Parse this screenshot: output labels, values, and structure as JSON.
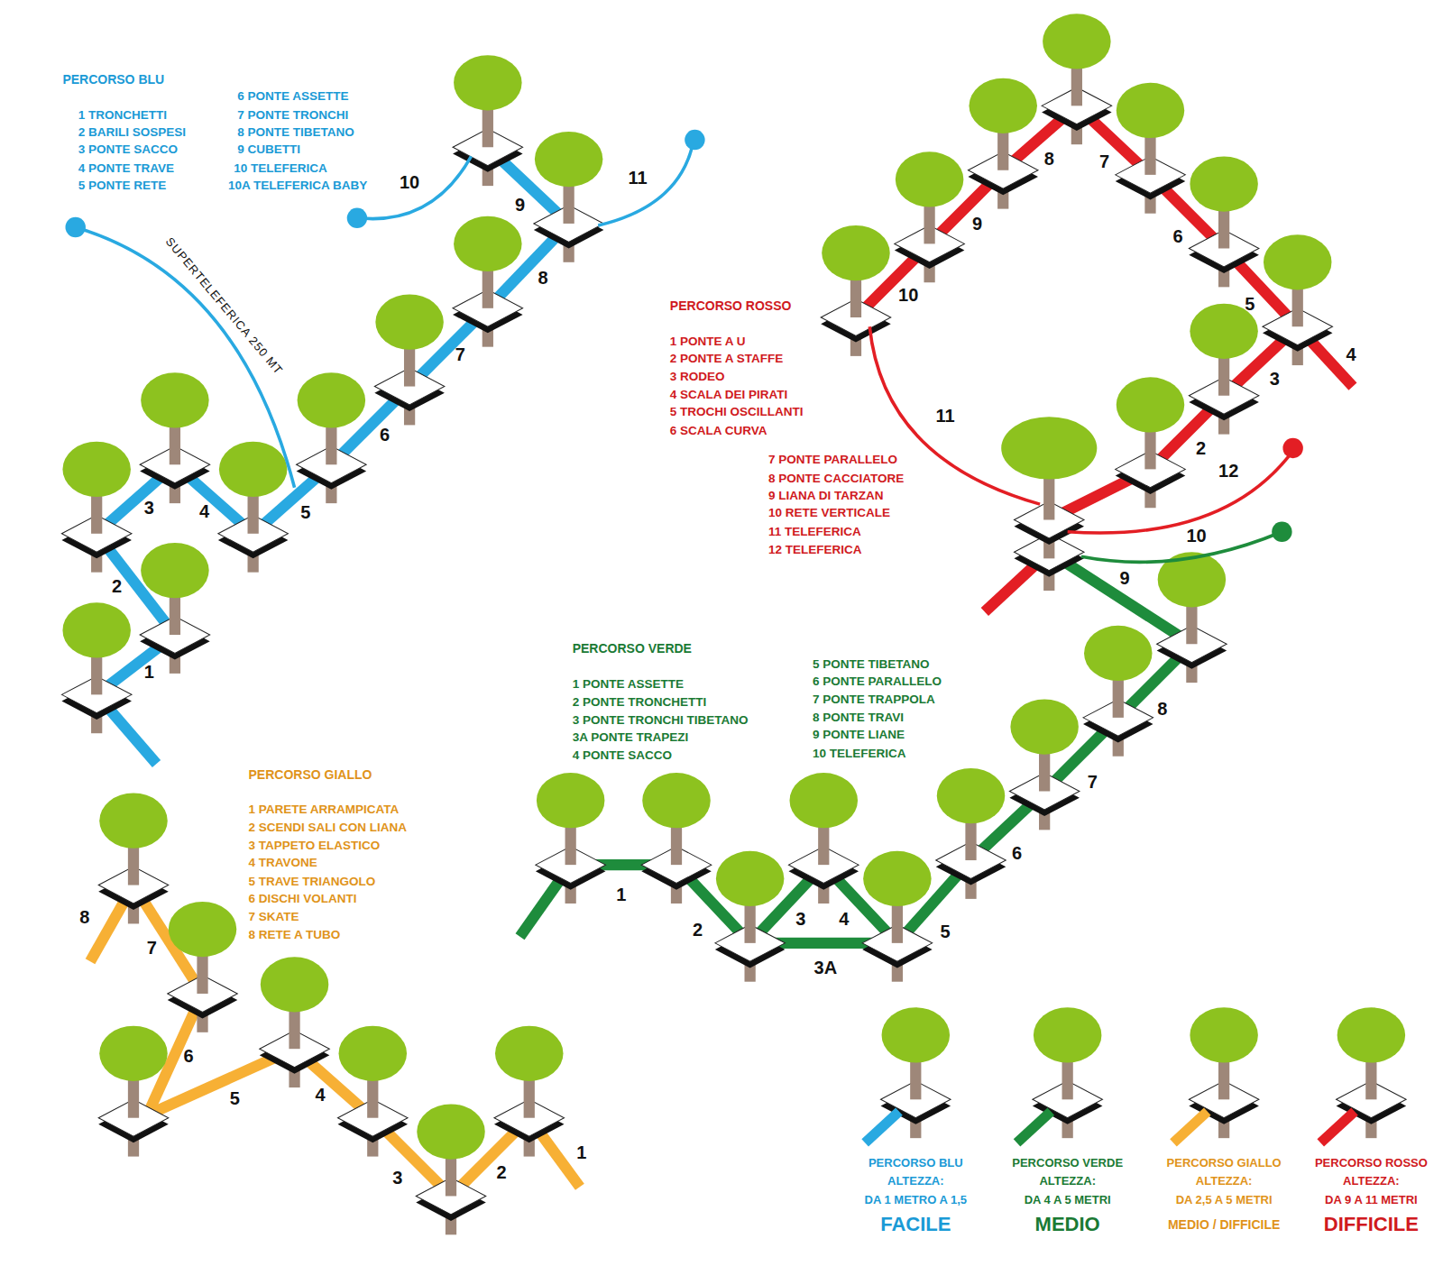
{
  "diagram": {
    "labels": [
      "PERCORSO BLU",
      "1 TRONCHETTI",
      "2 BARILI SOSPESI",
      "3 PONTE SACCO",
      "4 PONTE TRAVE",
      "5 PONTE RETE",
      "6 PONTE ASSETTE",
      "7 PONTE TRONCHI",
      "8 PONTE TIBETANO",
      "9 CUBETTI",
      "10 TELEFERICA",
      "10A TELEFERICA BABY",
      "1",
      "2",
      "3",
      "4",
      "5",
      "6",
      "7",
      "8",
      "9",
      "10",
      "11",
      "SUPERTELEFERICA 250 MT",
      "PERCORSO ROSSO",
      "1 PONTE A U",
      "2 PONTE A STAFFE",
      "3 RODEO",
      "4 SCALA DEI PIRATI",
      "5 TROCHI OSCILLANTI",
      "6 SCALA CURVA",
      "7 PONTE PARALLELO",
      "8 PONTE CACCIATORE",
      "9 LIANA DI TARZAN",
      "10 RETE VERTICALE",
      "11 TELEFERICA",
      "12 TELEFERICA",
      "10",
      "9",
      "8",
      "7",
      "6",
      "5",
      "4",
      "3",
      "2",
      "11",
      "12",
      "PERCORSO VERDE",
      "1 PONTE ASSETTE",
      "2 PONTE TRONCHETTI",
      "3 PONTE TRONCHI TIBETANO",
      "3A PONTE TRAPEZI",
      "4 PONTE SACCO",
      "5 PONTE TIBETANO",
      "6 PONTE PARALLELO",
      "7 PONTE TRAPPOLA",
      "8 PONTE TRAVI",
      "9 PONTE LIANE",
      "10 TELEFERICA",
      "1",
      "2",
      "3",
      "4",
      "3A",
      "5",
      "6",
      "7",
      "8",
      "9",
      "10",
      "PERCORSO GIALLO",
      "1 PARETE ARRAMPICATA",
      "2 SCENDI SALI CON LIANA",
      "3 TAPPETO ELASTICO",
      "4 TRAVONE",
      "5 TRAVE TRIANGOLO",
      "6 DISCHI VOLANTI",
      "7 SKATE",
      "8 RETE A TUBO",
      "8",
      "7",
      "6",
      "5",
      "4",
      "3",
      "2",
      "1",
      "ALTEZZA:",
      "DA 1 METRO A 1,5",
      "FACILE",
      "ALTEZZA:",
      "DA 4 A 5 METRI",
      "MEDIO",
      "ALTEZZA:",
      "DA 2,5 A 5 METRI",
      "MEDIO / DIFFICILE",
      "ALTEZZA:",
      "DA 9 A 11 METRI",
      "DIFFICILE"
    ],
    "legend": [
      {
        "text": "PERCORSO BLU",
        "color": "#29a9e1"
      },
      {
        "text": "PERCORSO VERDE",
        "color": "#1e8c3c"
      },
      {
        "text": "PERCORSO GIALLO",
        "color": "#f7b035"
      },
      {
        "text": "PERCORSO ROSSO",
        "color": "#e31e24"
      }
    ]
  }
}
